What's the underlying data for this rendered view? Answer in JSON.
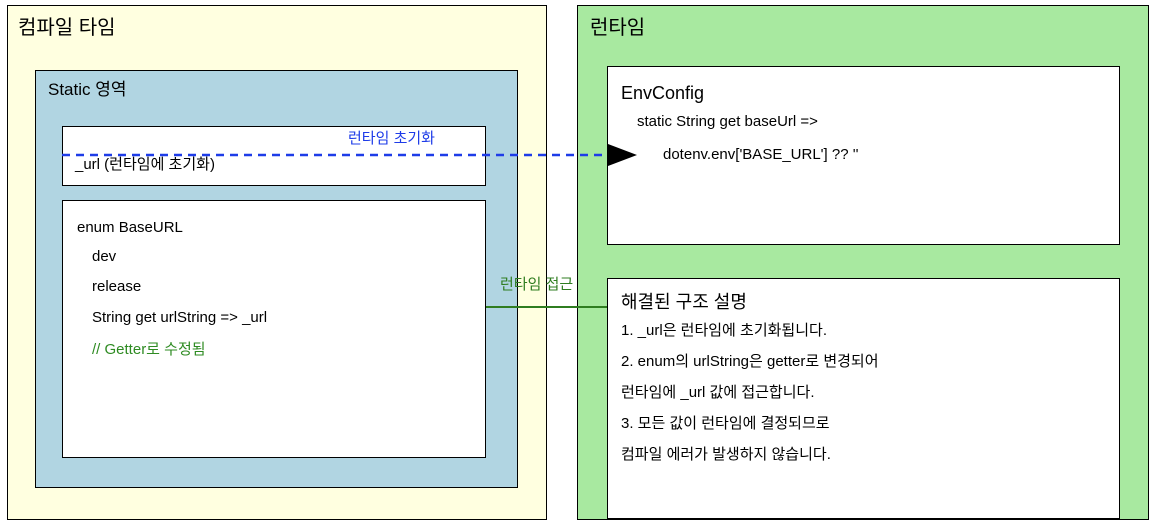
{
  "colors": {
    "compile_panel": "#ffffe0",
    "static_area": "#b1d5e2",
    "runtime_panel": "#a8e9a0",
    "init_connector": "#1e3ce8",
    "access_connector": "#2f7d20",
    "green_text": "#2e8b22",
    "arrowhead": "#000000"
  },
  "compile_time": {
    "title": "컴파일 타임",
    "static_area": {
      "title": "Static 영역",
      "url_box": {
        "text": "_url (런타임에 초기화)"
      },
      "enum_box": {
        "lines": [
          "enum BaseURL",
          "dev",
          "release",
          "String get urlString => _url"
        ],
        "comment": "// Getter로 수정됨"
      }
    }
  },
  "runtime": {
    "title": "런타임",
    "env_config": {
      "title": "EnvConfig",
      "line1": "static String get baseUrl =>",
      "line2": "dotenv.env['BASE_URL'] ?? ''"
    },
    "explanation": {
      "title": "해결된 구조 설명",
      "lines": [
        "1. _url은 런타임에 초기화됩니다.",
        "2. enum의 urlString은 getter로 변경되어",
        "런타임에 _url 값에 접근합니다.",
        "3. 모든 값이 런타임에 결정되므로",
        "컴파일 에러가 발생하지 않습니다."
      ]
    }
  },
  "connectors": {
    "init": {
      "label": "런타임 초기화"
    },
    "access": {
      "label": "런타임 접근"
    }
  }
}
